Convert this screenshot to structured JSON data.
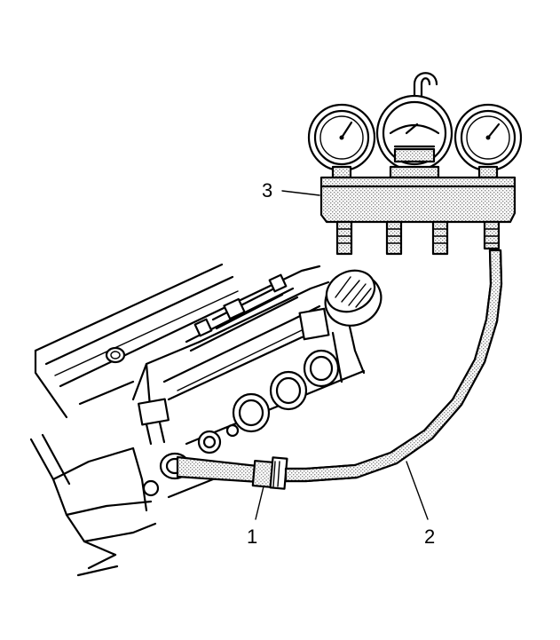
{
  "callouts": {
    "label_1": "1",
    "label_2": "2",
    "label_3": "3"
  },
  "colors": {
    "line": "#000000",
    "background": "#ffffff",
    "stipple": "#9a9a9a"
  }
}
